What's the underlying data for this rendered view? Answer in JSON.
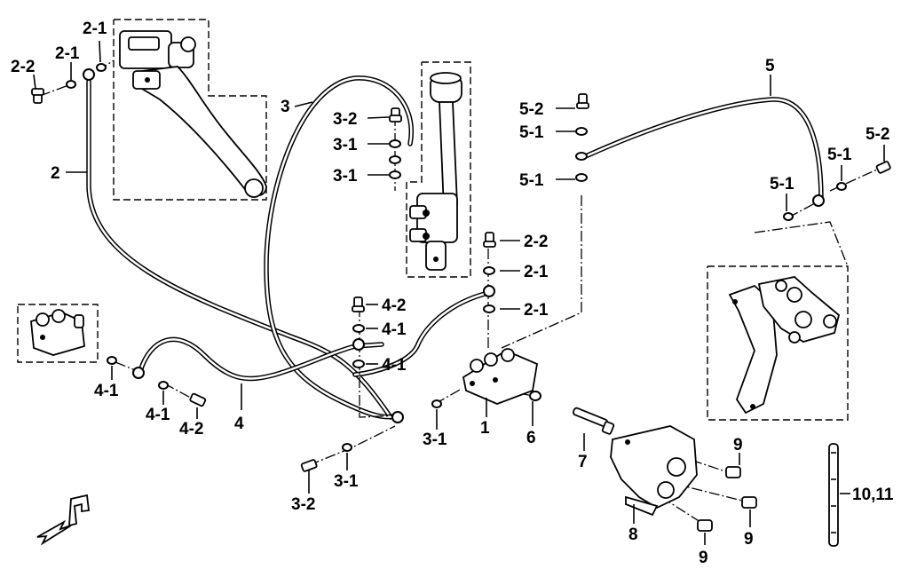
{
  "callouts": [
    {
      "id": "c-2-2-a",
      "text": "2-2"
    },
    {
      "id": "c-2-1-a",
      "text": "2-1"
    },
    {
      "id": "c-2-1-b",
      "text": "2-1"
    },
    {
      "id": "c-2",
      "text": "2"
    },
    {
      "id": "c-3",
      "text": "3"
    },
    {
      "id": "c-3-2-a",
      "text": "3-2"
    },
    {
      "id": "c-3-1-a",
      "text": "3-1"
    },
    {
      "id": "c-3-1-b",
      "text": "3-1"
    },
    {
      "id": "c-5",
      "text": "5"
    },
    {
      "id": "c-5-2-a",
      "text": "5-2"
    },
    {
      "id": "c-5-1-a",
      "text": "5-1"
    },
    {
      "id": "c-5-1-b",
      "text": "5-1"
    },
    {
      "id": "c-5-1-c",
      "text": "5-1"
    },
    {
      "id": "c-5-1-d",
      "text": "5-1"
    },
    {
      "id": "c-5-2-b",
      "text": "5-2"
    },
    {
      "id": "c-2-2-b",
      "text": "2-2"
    },
    {
      "id": "c-2-1-c",
      "text": "2-1"
    },
    {
      "id": "c-2-1-d",
      "text": "2-1"
    },
    {
      "id": "c-4-2-a",
      "text": "4-2"
    },
    {
      "id": "c-4-1-a",
      "text": "4-1"
    },
    {
      "id": "c-4-1-b",
      "text": "4-1"
    },
    {
      "id": "c-4-1-c",
      "text": "4-1"
    },
    {
      "id": "c-4-1-d",
      "text": "4-1"
    },
    {
      "id": "c-4-2-b",
      "text": "4-2"
    },
    {
      "id": "c-4",
      "text": "4"
    },
    {
      "id": "c-3-1-c",
      "text": "3-1"
    },
    {
      "id": "c-3-1-d",
      "text": "3-1"
    },
    {
      "id": "c-3-2-b",
      "text": "3-2"
    },
    {
      "id": "c-1",
      "text": "1"
    },
    {
      "id": "c-6",
      "text": "6"
    },
    {
      "id": "c-7",
      "text": "7"
    },
    {
      "id": "c-8",
      "text": "8"
    },
    {
      "id": "c-9-a",
      "text": "9"
    },
    {
      "id": "c-9-b",
      "text": "9"
    },
    {
      "id": "c-9-c",
      "text": "9"
    },
    {
      "id": "c-10-11",
      "text": "10,11"
    }
  ]
}
